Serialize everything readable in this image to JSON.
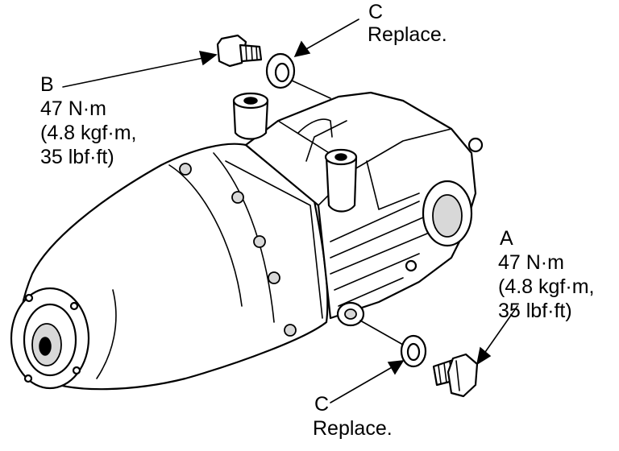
{
  "callouts": {
    "drain_plug_a": {
      "letter": "A",
      "torque_nm": "47 N·m",
      "torque_kgf": "(4.8 kgf·m,",
      "torque_lbf": "35 lbf·ft)"
    },
    "fill_plug_b": {
      "letter": "B",
      "torque_nm": "47 N·m",
      "torque_kgf": "(4.8 kgf·m,",
      "torque_lbf": "35 lbf·ft)"
    },
    "washer_top": {
      "letter": "C",
      "note": "Replace."
    },
    "washer_bottom": {
      "letter": "C",
      "note": "Replace."
    }
  },
  "style": {
    "ink": "#000000",
    "background": "#ffffff"
  }
}
